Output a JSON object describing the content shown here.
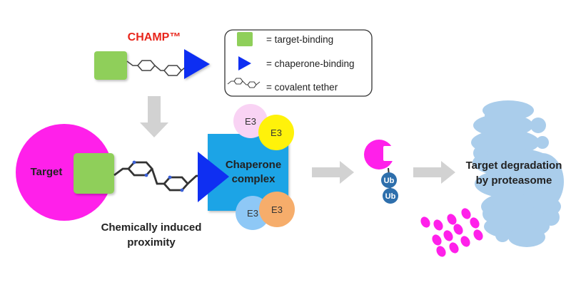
{
  "title": "CHAMP™",
  "legend": [
    {
      "symbol": "green-square",
      "text": "= target-binding"
    },
    {
      "symbol": "blue-triangle",
      "text": "= chaperone-binding"
    },
    {
      "symbol": "tether",
      "text": "= covalent tether"
    }
  ],
  "target": {
    "label": "Target"
  },
  "e3_label": "E3",
  "chaperone": {
    "line1": "Chaperone",
    "line2": "complex"
  },
  "proximity": {
    "line1": "Chemically induced",
    "line2": "proximity"
  },
  "ub_label": "Ub",
  "degradation": {
    "line1": "Target degradation",
    "line2": "by proteasome"
  },
  "colors": {
    "title_red": "#e8251b",
    "target_magenta": "#ff20ea",
    "binder_green": "#8fcf5a",
    "triangle_blue": "#0f2ff2",
    "chaperone_blue": "#1ba4e6",
    "e3_pink": "#f9d3f4",
    "e3_yellow": "#fff20a",
    "e3_lightblue": "#8ec8f6",
    "e3_orange": "#f6ad6b",
    "ub_blue": "#2e6fac",
    "proteasome_blue": "#aacdeb",
    "arrow_gray": "#d2d2d2"
  }
}
